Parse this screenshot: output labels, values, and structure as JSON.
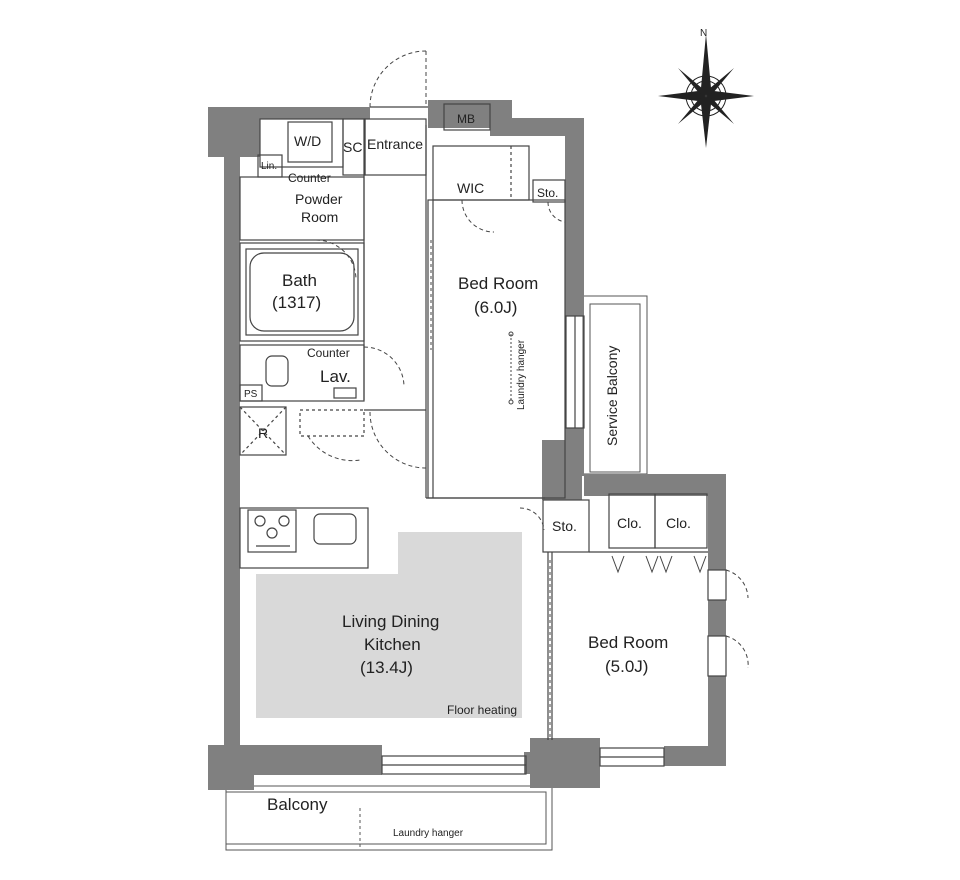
{
  "compass": {
    "north": "N"
  },
  "labels": {
    "mb": "MB",
    "wd": "W/D",
    "sc": "SC",
    "entrance": "Entrance",
    "lin": "Lin.",
    "counter_top": "Counter",
    "powder_1": "Powder",
    "powder_2": "Room",
    "wic": "WIC",
    "sto_top": "Sto.",
    "bed1_name": "Bed Room",
    "bed1_size": "(6.0J)",
    "bath_name": "Bath",
    "bath_size": "(1317)",
    "laundry_vertical": "Laundry hanger",
    "service_balcony": "Service Balcony",
    "counter_lav": "Counter",
    "lav": "Lav.",
    "ps": "PS",
    "r": "R",
    "sto_mid": "Sto.",
    "clo_1": "Clo.",
    "clo_2": "Clo.",
    "ldk_1": "Living Dining",
    "ldk_2": "Kitchen",
    "ldk_size": "(13.4J)",
    "floor_heating": "Floor heating",
    "bed2_name": "Bed Room",
    "bed2_size": "(5.0J)",
    "balcony": "Balcony",
    "laundry_horizontal": "Laundry hanger"
  },
  "colors": {
    "wall": "#808080",
    "floor_heating": "#d9d9d9",
    "line": "#444444"
  }
}
